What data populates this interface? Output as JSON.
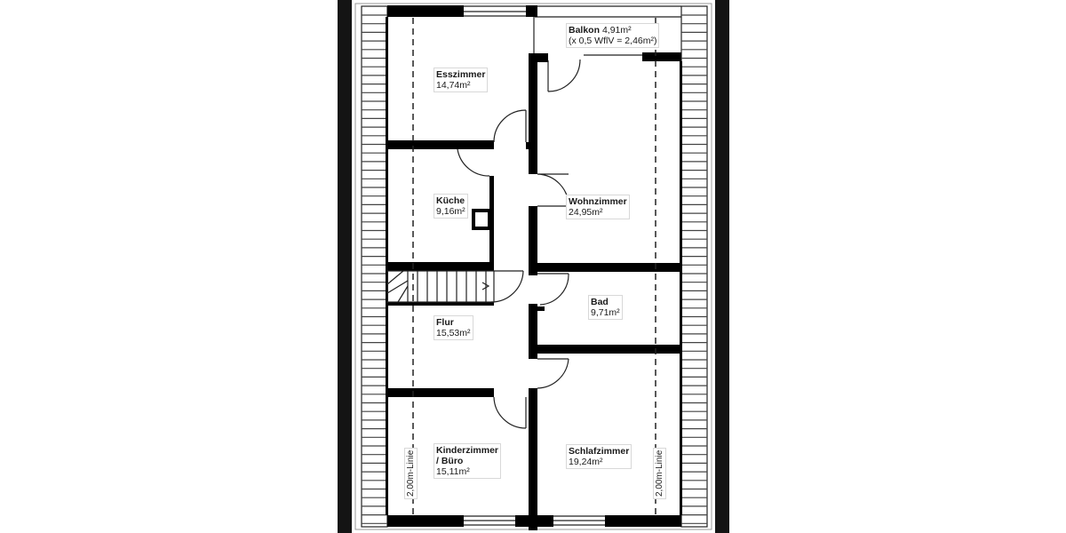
{
  "plan": {
    "rooms": {
      "esszimmer": {
        "name": "Esszimmer",
        "area": "14,74m²"
      },
      "balkon": {
        "name": "Balkon",
        "area": "4,91m²",
        "note": "(x 0,5 WflV = 2,46m²)"
      },
      "kueche": {
        "name": "Küche",
        "area": "9,16m²"
      },
      "wohnzimmer": {
        "name": "Wohnzimmer",
        "area": "24,95m²"
      },
      "bad": {
        "name": "Bad",
        "area": "9,71m²"
      },
      "flur": {
        "name": "Flur",
        "area": "15,53m²"
      },
      "kinderzimmer": {
        "name": "Kinderzimmer",
        "name2": "/ Büro",
        "area": "15,11m²"
      },
      "schlafzimmer": {
        "name": "Schlafzimmer",
        "area": "19,24m²"
      }
    },
    "height_line_left": "2,00m-Linie",
    "height_line_right": "2,00m-Linie",
    "colors": {
      "wall": "#000000",
      "frame": "#141414",
      "background": "#ffffff"
    }
  }
}
